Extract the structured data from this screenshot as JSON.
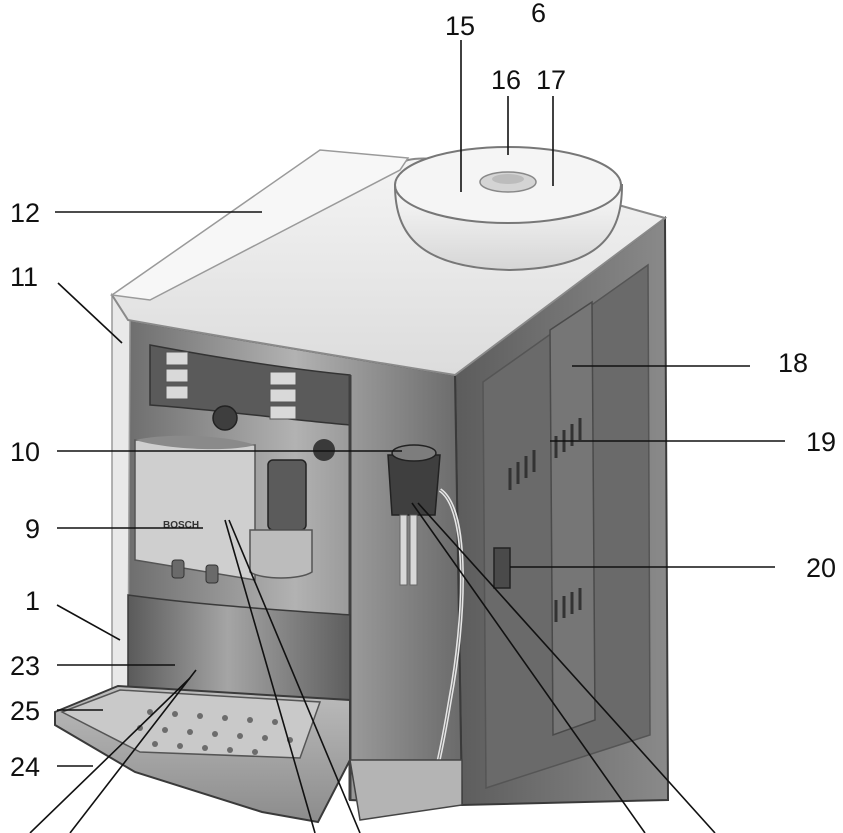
{
  "diagram": {
    "callouts": [
      {
        "id": "6",
        "text": "6"
      },
      {
        "id": "15",
        "text": "15"
      },
      {
        "id": "16",
        "text": "16"
      },
      {
        "id": "17",
        "text": "17"
      },
      {
        "id": "12",
        "text": "12"
      },
      {
        "id": "11",
        "text": "11"
      },
      {
        "id": "18",
        "text": "18"
      },
      {
        "id": "10",
        "text": "10"
      },
      {
        "id": "19",
        "text": "19"
      },
      {
        "id": "9",
        "text": "9"
      },
      {
        "id": "20",
        "text": "20"
      },
      {
        "id": "1",
        "text": "1"
      },
      {
        "id": "23",
        "text": "23"
      },
      {
        "id": "25",
        "text": "25"
      },
      {
        "id": "24",
        "text": "24"
      }
    ],
    "logo_text": "BOSCH"
  },
  "colors": {
    "body_gray": "#7a7a7a",
    "body_dark": "#4e4e4e",
    "top_light": "#ececec",
    "label": "#111111"
  }
}
